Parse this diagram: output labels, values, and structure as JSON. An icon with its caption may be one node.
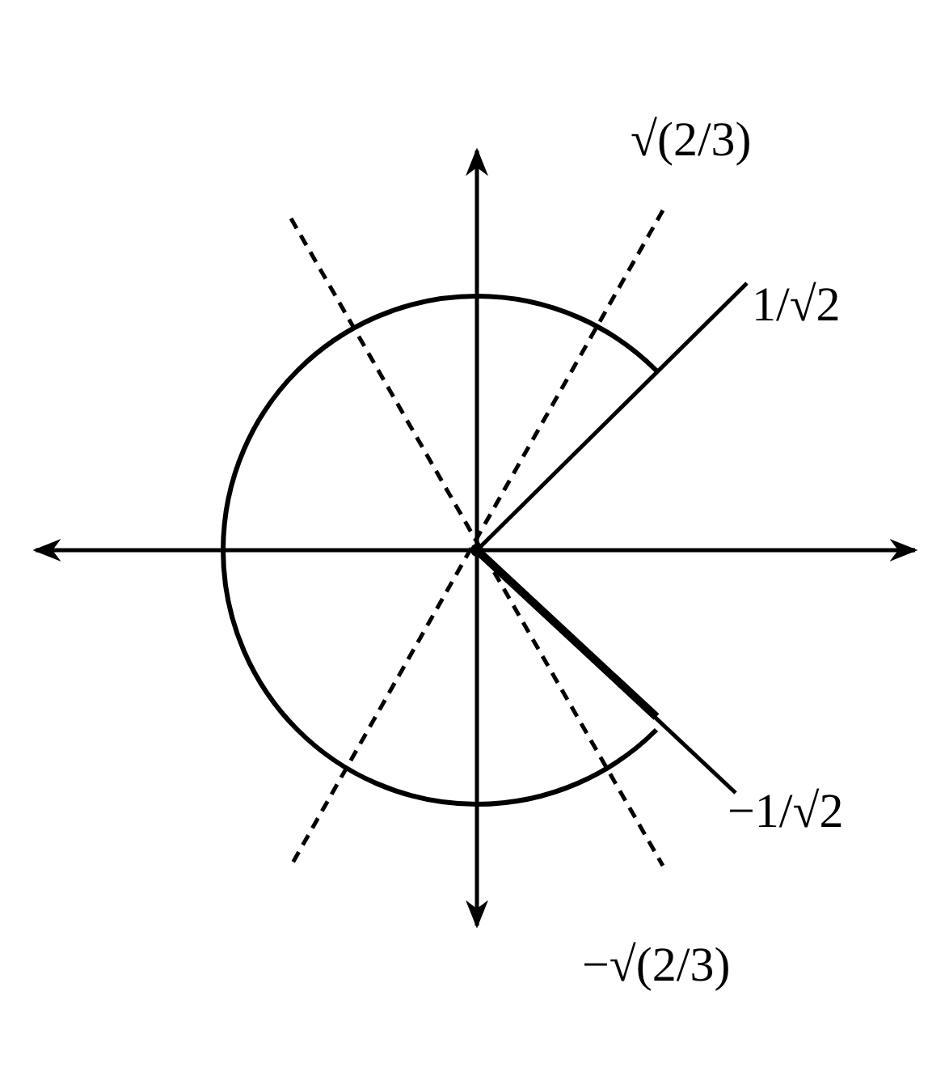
{
  "diagram": {
    "labels": [
      "√(2/3)",
      "1/√2",
      "−1/√2",
      "−√(2/3)"
    ]
  }
}
